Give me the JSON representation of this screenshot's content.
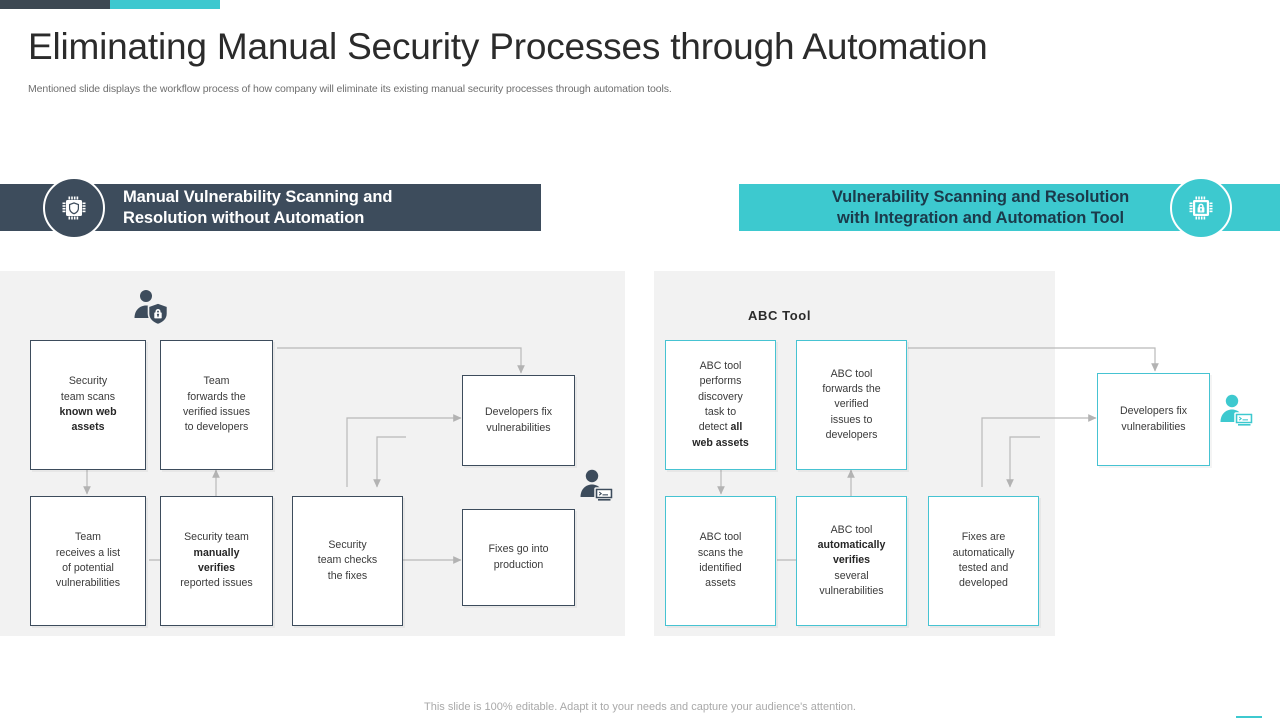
{
  "accent": {
    "teal": "#3dc9cf",
    "dark_slate": "#3d4c5c",
    "panel_bg": "#f2f2f2"
  },
  "header": {
    "title": "Eliminating Manual Security Processes through Automation",
    "subtitle": "Mentioned slide displays the workflow process of how company will eliminate its existing manual security processes through automation tools."
  },
  "banners": {
    "left": {
      "title_line1": "Manual Vulnerability Scanning and",
      "title_line2": "Resolution without Automation",
      "icon": "shield-chip-icon"
    },
    "right": {
      "title_line1": "Vulnerability Scanning and Resolution",
      "title_line2": "with Integration and Automation Tool",
      "icon": "chip-lock-icon"
    }
  },
  "left_flow": {
    "nodes": [
      {
        "id": "l1",
        "text_html": "Security<br>team scans<br><b>known web</b><br><b>assets</b>"
      },
      {
        "id": "l2",
        "text_html": "Team<br>forwards the<br>verified issues<br>to developers"
      },
      {
        "id": "l3",
        "text_html": "Developers fix<br>vulnerabilities"
      },
      {
        "id": "l4",
        "text_html": "Team<br>receives a list<br>of potential<br>vulnerabilities"
      },
      {
        "id": "l5",
        "text_html": "Security team<br><b>manually</b><br><b>verifies</b><br>reported issues"
      },
      {
        "id": "l6",
        "text_html": "Security<br>team checks<br>the fixes"
      },
      {
        "id": "l7",
        "text_html": "Fixes go into<br>production"
      }
    ],
    "icons": [
      "security-person-shield-icon",
      "developer-person-terminal-icon"
    ]
  },
  "right_flow": {
    "panel_label": "ABC  Tool",
    "nodes": [
      {
        "id": "r1",
        "text_html": "ABC tool<br>performs<br>discovery<br>task to<br>detect <b>all</b><br><b>web assets</b>"
      },
      {
        "id": "r2",
        "text_html": "ABC tool<br>forwards the<br>verified<br>issues to<br>developers"
      },
      {
        "id": "r3",
        "text_html": "Developers fix<br>vulnerabilities"
      },
      {
        "id": "r4",
        "text_html": "ABC tool<br>scans the<br>identified<br>assets"
      },
      {
        "id": "r5",
        "text_html": "ABC tool<br><b>automatically</b><br><b>verifies</b><br>several<br>vulnerabilities"
      },
      {
        "id": "r6",
        "text_html": "Fixes are<br>automatically<br>tested and<br>developed"
      }
    ],
    "icons": [
      "developer-person-terminal-icon"
    ]
  },
  "footer": {
    "note": "This slide is 100% editable. Adapt it to your needs and capture your audience's attention."
  }
}
